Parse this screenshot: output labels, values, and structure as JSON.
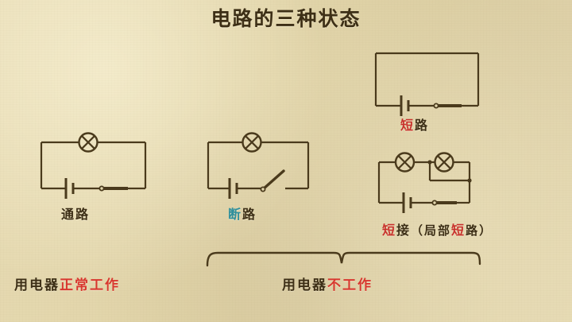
{
  "page": {
    "title": "电路的三种状态",
    "background_color": "#e3d7ae",
    "ink_color": "#4a3a1c",
    "red": "#c8302b",
    "teal": "#2e8f9c"
  },
  "circuits": [
    {
      "id": "closed-circuit",
      "label_parts": [
        {
          "text": "通路",
          "color": "ink"
        }
      ],
      "label_plain": "通路",
      "components": [
        "lamp",
        "battery",
        "closed-switch"
      ],
      "state": "通路"
    },
    {
      "id": "open-circuit",
      "label_parts": [
        {
          "text": "断",
          "color": "teal"
        },
        {
          "text": "路",
          "color": "ink"
        }
      ],
      "label_plain": "断路",
      "components": [
        "lamp",
        "battery",
        "open-switch"
      ],
      "state": "断路"
    },
    {
      "id": "short-circuit",
      "label_parts": [
        {
          "text": "短",
          "color": "red"
        },
        {
          "text": "路",
          "color": "ink"
        }
      ],
      "label_plain": "短路",
      "components": [
        "battery",
        "closed-switch"
      ],
      "state": "短路"
    },
    {
      "id": "partial-short-circuit",
      "label_parts": [
        {
          "text": "短",
          "color": "red"
        },
        {
          "text": "接",
          "color": "ink"
        },
        {
          "text": "（局部",
          "color": "ink"
        },
        {
          "text": "短",
          "color": "red"
        },
        {
          "text": "路）",
          "color": "ink"
        }
      ],
      "label_plain": "短接（局部短路）",
      "components": [
        "lamp",
        "lamp",
        "battery",
        "closed-switch",
        "shorting-wire"
      ],
      "state": "短接"
    }
  ],
  "conclusions": {
    "left": {
      "plain": "用电器正常工作",
      "parts": [
        {
          "text": "用电器",
          "color": "ink"
        },
        {
          "text": "正常工作",
          "color": "red"
        }
      ]
    },
    "right": {
      "plain": "用电器不工作",
      "parts": [
        {
          "text": "用电器",
          "color": "ink"
        },
        {
          "text": "不工作",
          "color": "red"
        }
      ]
    }
  },
  "annotations": {
    "brace": "curly-brace-grouping-three-failing-circuits"
  },
  "labels": {
    "closed": "通路",
    "open_blue": "断",
    "open_rest": "路",
    "short_red": "短",
    "short_rest": "路",
    "partial_red1": "短",
    "partial_mid": "接",
    "partial_open_paren": "（局部",
    "partial_red2": "短",
    "partial_close_paren": "路）",
    "left_dark": "用电器",
    "left_red": "正常工作",
    "right_dark": "用电器",
    "right_red": "不工作"
  }
}
